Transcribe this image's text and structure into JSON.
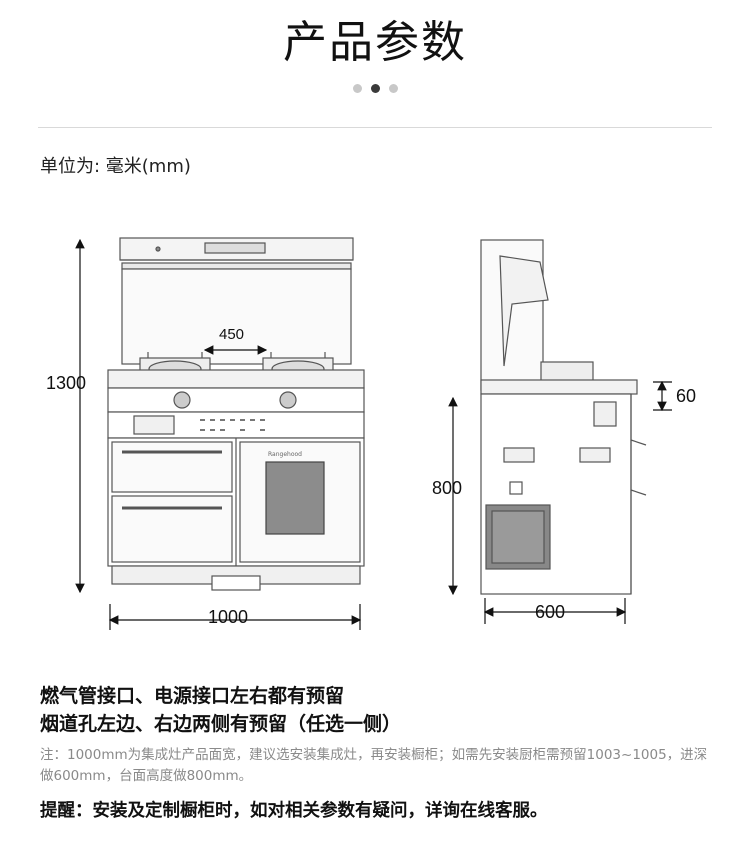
{
  "title": "产品参数",
  "carousel": {
    "total": 3,
    "active_index": 1
  },
  "unit_label": "单位为: 毫米(mm)",
  "dimensions": {
    "total_height": "1300",
    "burner_spacing": "450",
    "width": "1000",
    "counter_height": "800",
    "depth": "600",
    "countertop_thickness": "60"
  },
  "oven_brand_text": "Rangehood",
  "notes": {
    "line1": "燃气管接口、电源接口左右都有预留",
    "line2": "烟道孔左边、右边两侧有预留（任选一侧）"
  },
  "footnote": "注：1000mm为集成灶产品面宽，建议选安装集成灶，再安装橱柜；如需先安装厨柜需预留1003~1005，进深做600mm，台面高度做800mm。",
  "reminder": "提醒：安装及定制橱柜时，如对相关参数有疑问，详询在线客服。"
}
